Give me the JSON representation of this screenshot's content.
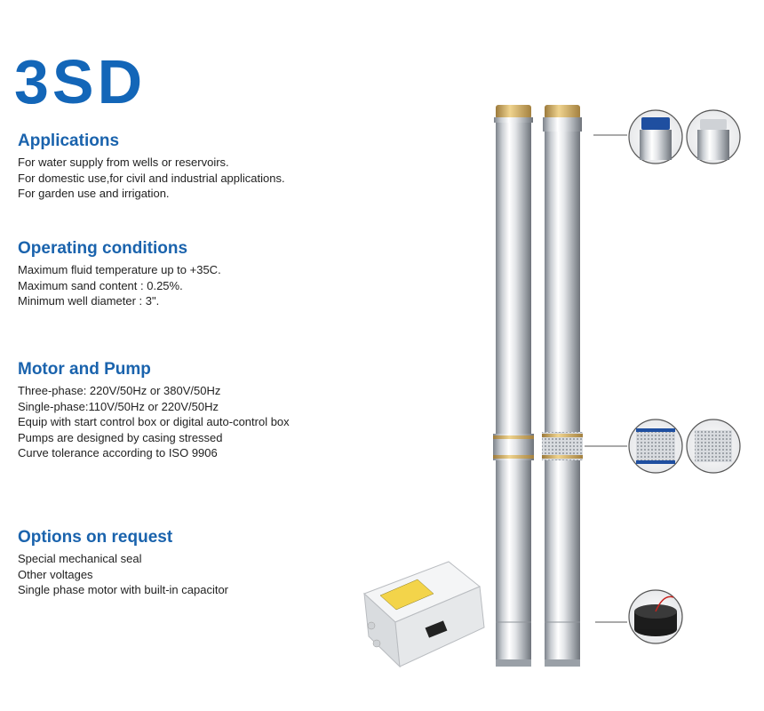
{
  "title": "3SD",
  "sections": [
    {
      "heading": "Applications",
      "lines": [
        "For water supply from wells or reservoirs.",
        "For domestic use,for civil and industrial applications.",
        "For garden use and irrigation."
      ]
    },
    {
      "heading": "Operating conditions",
      "lines": [
        "Maximum fluid temperature up to +35C.",
        "Maximum sand content : 0.25%.",
        "Minimum well diameter : 3\"."
      ]
    },
    {
      "heading": "Motor and Pump",
      "lines": [
        "Three-phase: 220V/50Hz or 380V/50Hz",
        "Single-phase:110V/50Hz or 220V/50Hz",
        "Equip with start control box or digital auto-control box",
        "Pumps are designed by casing stressed",
        "Curve tolerance according to ISO 9906"
      ]
    },
    {
      "heading": "Options on request",
      "lines": [
        "Special mechanical seal",
        "Other voltages",
        "Single phase motor with built-in capacitor"
      ]
    }
  ],
  "colors": {
    "title_blue": "#1366b8",
    "heading_blue": "#1a63ad",
    "brass": "#c9a45a",
    "steel_light": "#f2f3f5",
    "steel_dark": "#8a8f96"
  },
  "images": {
    "pump_left": "submersible-pump-picture",
    "pump_right": "submersible-pump-picture",
    "control_box": "control-box-picture",
    "detail_top": "pump-outlet-detail-pictures",
    "detail_mid": "pump-intake-detail-pictures",
    "detail_bottom": "capacitor-detail-picture"
  }
}
